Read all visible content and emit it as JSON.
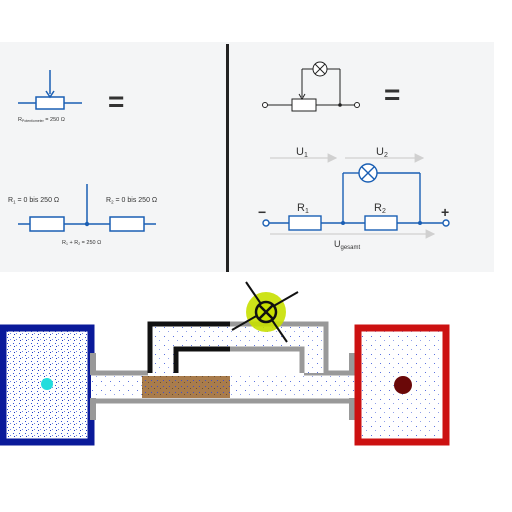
{
  "colors": {
    "panel_bg": "#f4f5f6",
    "divider": "#222222",
    "component_blue": "#1a5fb4",
    "resistor_fill": "#ffffff",
    "arrow_grey": "#cccccc",
    "plus_red": "#cc2222",
    "left_reservoir": "#0a1a9a",
    "right_reservoir": "#cc1111",
    "pipe_grey": "#999999",
    "pipe_black": "#111111",
    "resistor_brown": "#a0784a",
    "lamp_halo": "#c8e000",
    "left_dot": "#22dddd",
    "right_dot": "#6a0808"
  },
  "top_left": {
    "potentiometer_label": "R",
    "potentiometer_sub": "Potentiometer",
    "potentiometer_value": " = 250 Ω",
    "equals": "=",
    "r1_label": "R",
    "r1_sub": "1",
    "r1_range": " = 0 bis 250 Ω",
    "r2_label": "R",
    "r2_sub": "2",
    "r2_range": " = 0 bis 250 Ω",
    "sum_r1": "R",
    "sum_r1_sub": "1",
    "sum_plus": " + R",
    "sum_r2_sub": "2",
    "sum_value": " = 250 Ω"
  },
  "top_right": {
    "equals": "=",
    "u1": "U",
    "u1_sub": "1",
    "u2": "U",
    "u2_sub": "2",
    "r1": "R",
    "r1_sub": "1",
    "r2": "R",
    "r2_sub": "2",
    "minus": "−",
    "plus": "+",
    "ugesamt": "U",
    "ugesamt_sub": "gesamt"
  },
  "water_model": {
    "left_reservoir_icon": "water-reservoir-high",
    "right_reservoir_icon": "water-reservoir-low",
    "lamp_icon": "lamp-symbol"
  }
}
